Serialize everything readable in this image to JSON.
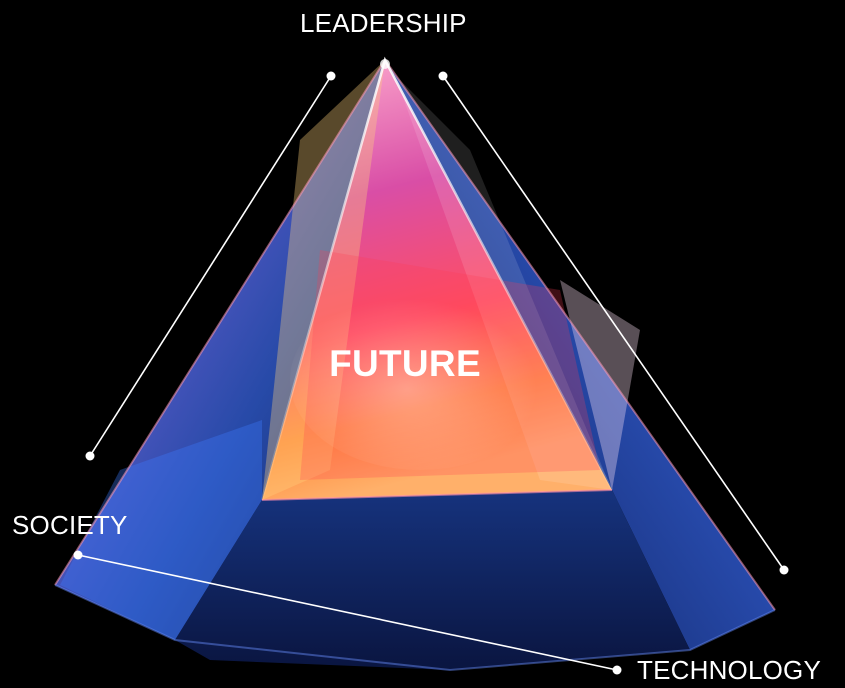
{
  "labels": {
    "center": "FUTURE",
    "top": "LEADERSHIP",
    "left": "SOCIETY",
    "bottom_right": "TECHNOLOGY"
  },
  "colors": {
    "background": "#000000",
    "text": "#ffffff",
    "pyramid_blue": "#1f3f8f",
    "pyramid_pink": "#ff5a6e",
    "pyramid_magenta": "#d24a9c",
    "pyramid_orange": "#ff8a3c"
  }
}
